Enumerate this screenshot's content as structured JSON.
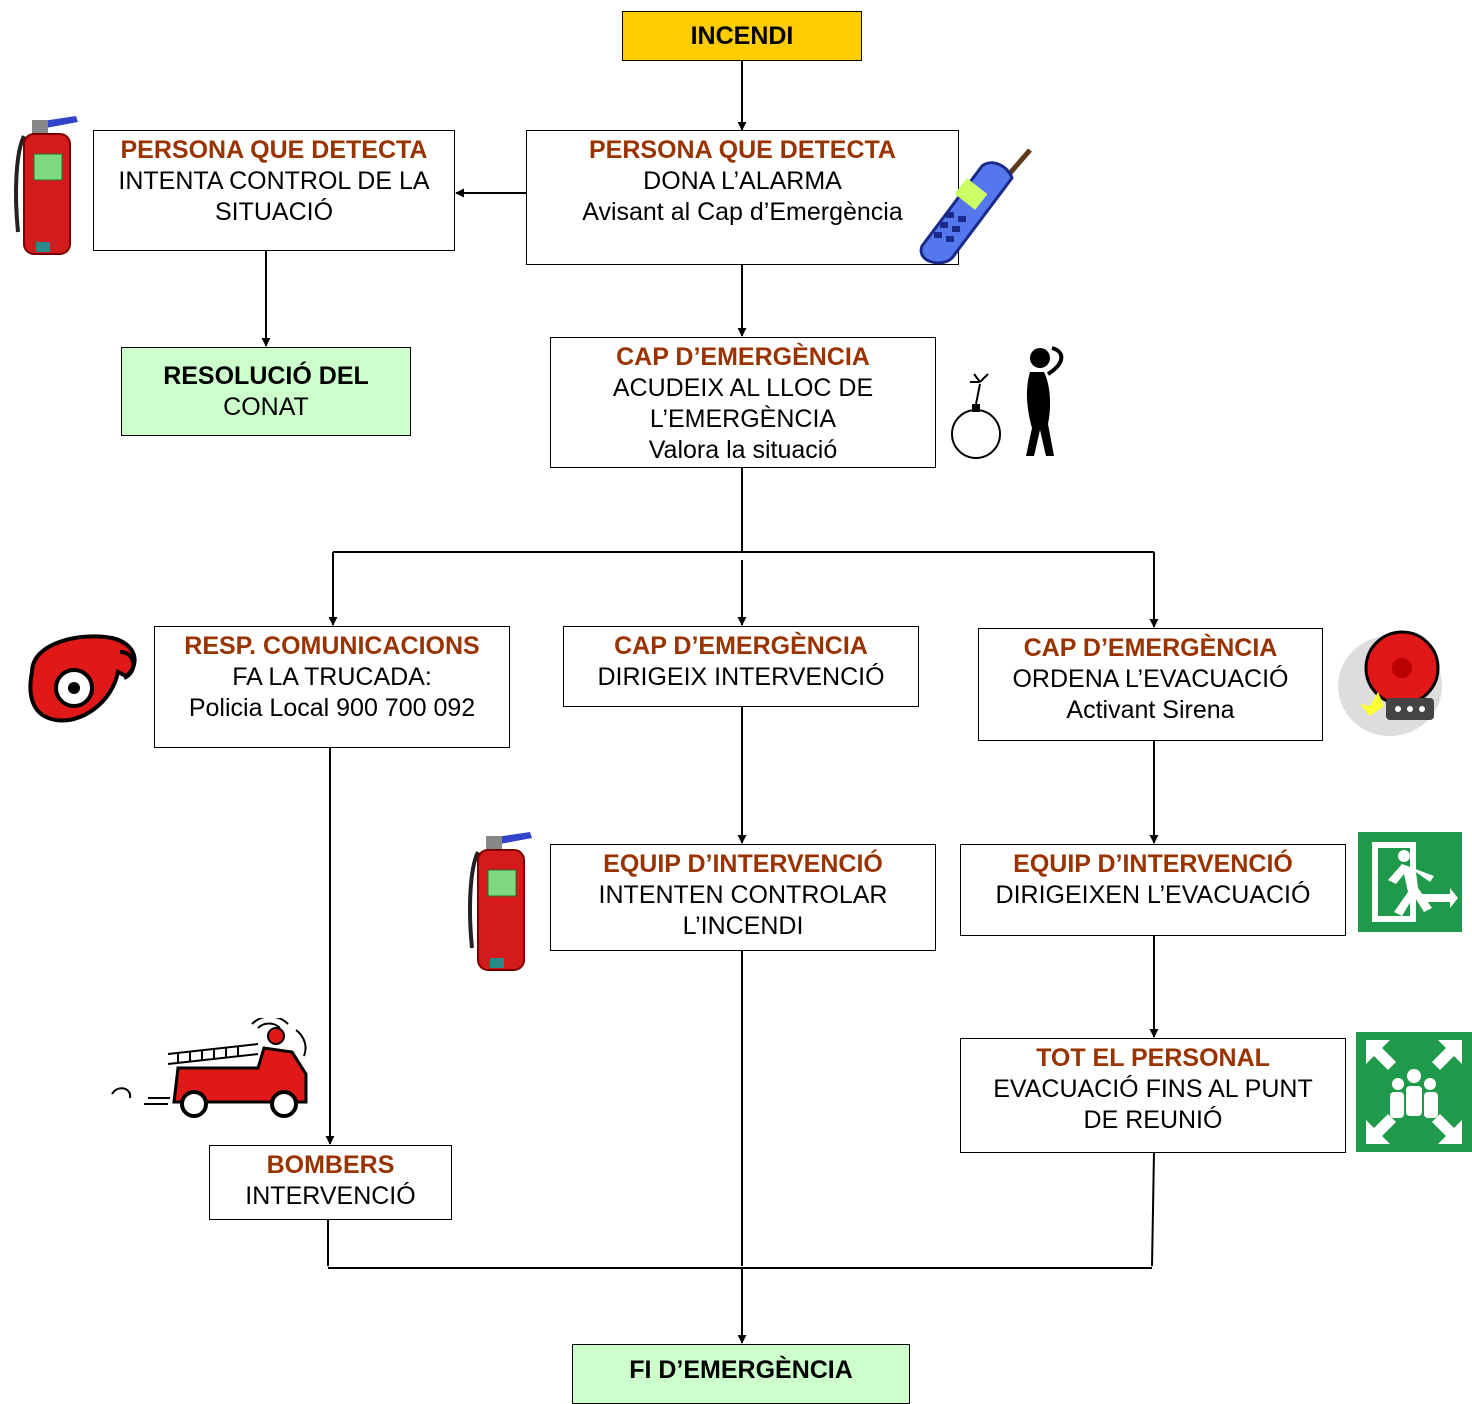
{
  "nodes": {
    "incendi": {
      "title": "INCENDI",
      "lines": []
    },
    "detect_control": {
      "title": "PERSONA QUE DETECTA",
      "lines": [
        "INTENTA CONTROL DE LA",
        "SITUACIÓ"
      ]
    },
    "detect_alarm": {
      "title": "PERSONA QUE DETECTA",
      "lines": [
        "DONA L’ALARMA",
        "Avisant al Cap d’Emergència"
      ]
    },
    "resolucio": {
      "title": "RESOLUCIÓ DEL",
      "lines": [
        "CONAT"
      ]
    },
    "cap_acudeix": {
      "title": "CAP D’EMERGÈNCIA",
      "lines": [
        "ACUDEIX AL LLOC DE",
        "L’EMERGÈNCIA",
        "Valora la situació"
      ]
    },
    "resp_com": {
      "title": "RESP. COMUNICACIONS",
      "lines": [
        "FA LA TRUCADA:",
        "Policia Local 900 700 092"
      ]
    },
    "cap_dirigeix": {
      "title": "CAP D’EMERGÈNCIA",
      "lines": [
        "DIRIGEIX INTERVENCIÓ"
      ]
    },
    "cap_ordena": {
      "title": "CAP D’EMERGÈNCIA",
      "lines": [
        "ORDENA L’EVACUACIÓ",
        "Activant Sirena"
      ]
    },
    "equip_control": {
      "title": "EQUIP D’INTERVENCIÓ",
      "lines": [
        "INTENTEN CONTROLAR",
        "L’INCENDI"
      ]
    },
    "equip_evac": {
      "title": "EQUIP D’INTERVENCIÓ",
      "lines": [
        "DIRIGEIXEN L’EVACUACIÓ"
      ]
    },
    "tot_personal": {
      "title": "TOT EL PERSONAL",
      "lines": [
        "EVACUACIÓ FINS AL PUNT",
        "DE REUNIÓ"
      ]
    },
    "bombers": {
      "title": "BOMBERS",
      "lines": [
        "INTERVENCIÓ"
      ]
    },
    "fi": {
      "title": "FI D’EMERGÈNCIA",
      "lines": []
    }
  },
  "colors": {
    "title": "#993300",
    "start": "#ffcc00",
    "end": "#ccffcc",
    "line": "#000000"
  },
  "icons": [
    "fire-extinguisher-icon",
    "mobile-phone-icon",
    "thinking-man-bomb-icon",
    "telephone-icon",
    "alarm-bell-icon",
    "fire-extinguisher-icon",
    "emergency-exit-icon",
    "fire-truck-icon",
    "assembly-point-icon"
  ]
}
